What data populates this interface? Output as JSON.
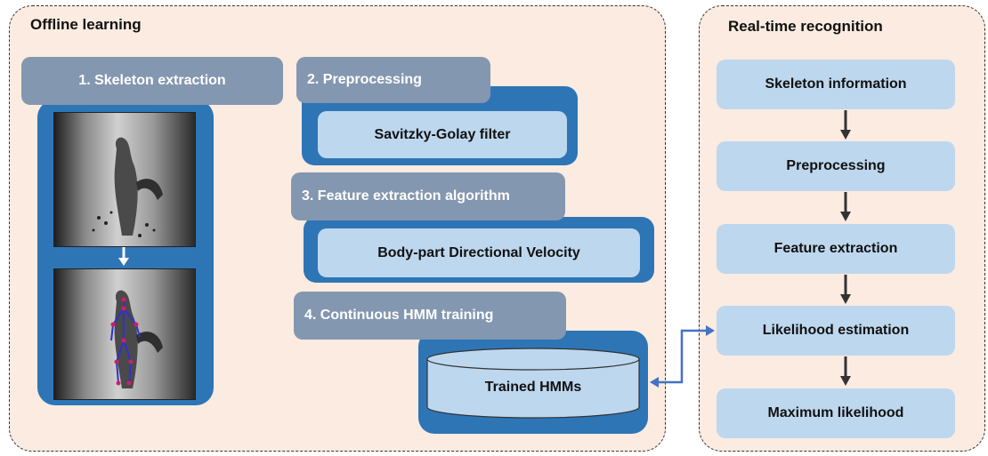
{
  "offline": {
    "title": "Offline learning",
    "steps": [
      {
        "label": "1. Skeleton extraction"
      },
      {
        "label": "2. Preprocessing",
        "box": "Savitzky-Golay filter"
      },
      {
        "label": "3. Feature extraction algorithm",
        "box": "Body-part Directional Velocity"
      },
      {
        "label": "4. Continuous HMM training",
        "box": "Trained HMMs"
      }
    ]
  },
  "realtime": {
    "title": "Real-time recognition",
    "steps": [
      "Skeleton information",
      "Preprocessing",
      "Feature extraction",
      "Likelihood estimation",
      "Maximum likelihood"
    ]
  },
  "colors": {
    "panel_bg": "#fbebe1",
    "step_tab": "#8497b0",
    "blue_frame": "#2e75b6",
    "light_box": "#bdd7ee",
    "arrow": "#333333",
    "link_arrow": "#4472c4"
  }
}
